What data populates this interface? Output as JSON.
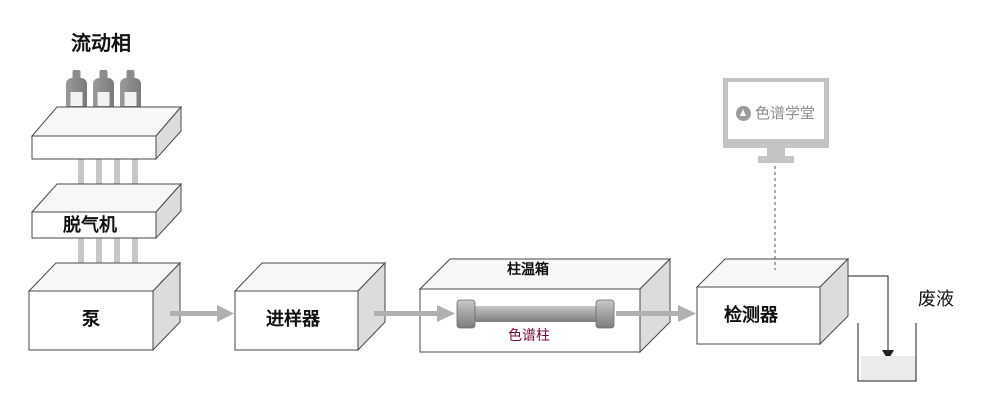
{
  "diagram": {
    "title": "HPLC system schematic",
    "labels": {
      "mobile_phase": "流动相",
      "degasser": "脱气机",
      "pump": "泵",
      "injector": "进样器",
      "column_oven": "柱温箱",
      "column": "色谱柱",
      "detector": "检测器",
      "waste": "废液",
      "monitor_logo": "色谱学堂"
    },
    "colors": {
      "box_front": "#ffffff",
      "box_top": "#f7f7f7",
      "box_side": "#dcdcdc",
      "box_stroke": "#4a4a4a",
      "arrow": "#b0b0b0",
      "tubing": "#c7c7c7",
      "bottle": "#8c8c8c",
      "column_body": "#9a9a9a",
      "column_label": "#7a0c3e",
      "monitor_bezel": "#c4c4c4"
    }
  }
}
